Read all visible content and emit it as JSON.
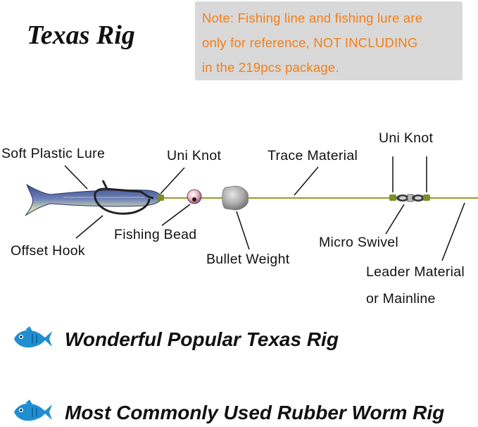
{
  "title": "Texas Rig",
  "note": {
    "line1": "Note: Fishing line and fishing lure are",
    "line2": "only for reference, NOT INCLUDING",
    "line3": "in the 219pcs package."
  },
  "labels": {
    "soft_plastic_lure": "Soft Plastic Lure",
    "uni_knot_left": "Uni Knot",
    "trace_material": "Trace Material",
    "uni_knot_right": "Uni Knot",
    "offset_hook": "Offset Hook",
    "fishing_bead": "Fishing Bead",
    "bullet_weight": "Bullet Weight",
    "micro_swivel": "Micro Swivel",
    "leader_line1": "Leader Material",
    "leader_line2": "or Mainline"
  },
  "features": [
    {
      "text": "Wonderful Popular Texas Rig",
      "icon": "fish-icon"
    },
    {
      "text": "Most Commonly Used Rubber Worm Rig",
      "icon": "fish-icon"
    }
  ]
}
